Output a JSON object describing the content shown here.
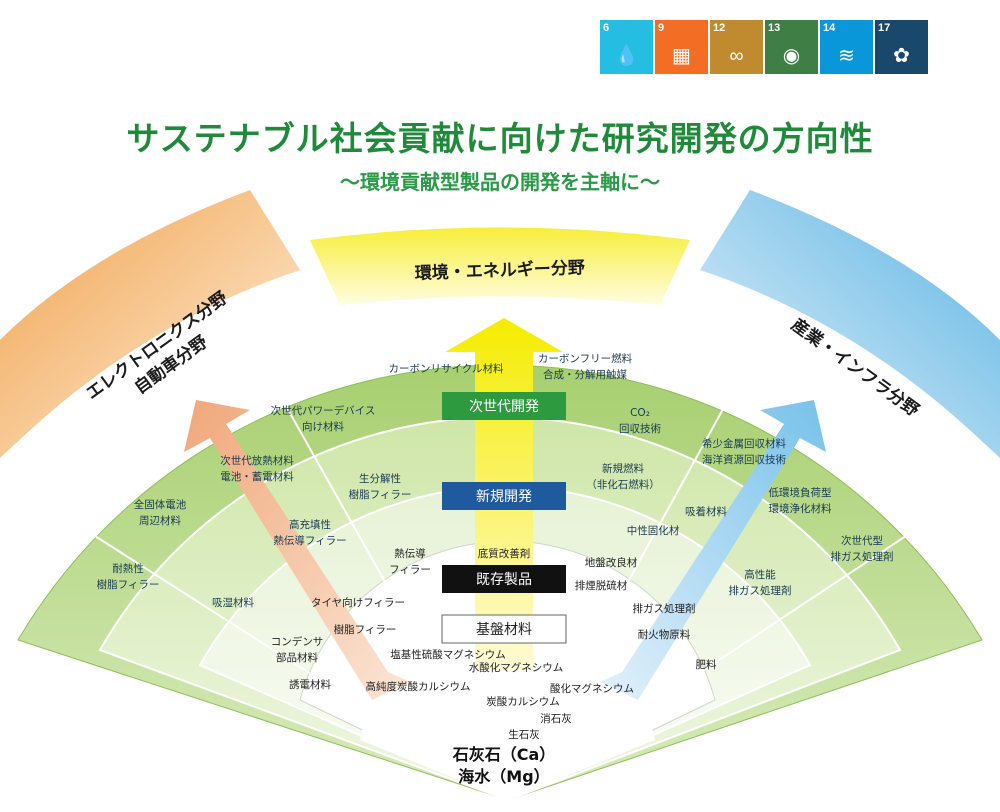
{
  "title": "サステナブル社会貢献に向けた研究開発の方向性",
  "subtitle": "〜環境貢献型製品の開発を主軸に〜",
  "sdg_icons": [
    {
      "num": "6",
      "icon": "water-drop-icon",
      "color": "#26bde2",
      "glyph": "💧"
    },
    {
      "num": "9",
      "icon": "cubes-icon",
      "color": "#f36d25",
      "glyph": "▦"
    },
    {
      "num": "12",
      "icon": "infinity-icon",
      "color": "#bf8b2e",
      "glyph": "∞"
    },
    {
      "num": "13",
      "icon": "eye-globe-icon",
      "color": "#3f7e44",
      "glyph": "◉"
    },
    {
      "num": "14",
      "icon": "fish-icon",
      "color": "#0a97d9",
      "glyph": "≋"
    },
    {
      "num": "17",
      "icon": "flower-icon",
      "color": "#19486a",
      "glyph": "✿"
    }
  ],
  "bands": {
    "left": [
      "エレクトロニクス分野",
      "自動車分野"
    ],
    "top": "環境・エネルギー分野",
    "right": "産業・インフラ分野"
  },
  "stages": {
    "next": "次世代開発",
    "new": "新規開発",
    "existing": "既存製品",
    "base": "基盤材料"
  },
  "items": {
    "outer": [
      "カーボンリサイクル材料",
      "カーボンフリー燃料",
      "合成・分解用触媒",
      "次世代パワーデバイス",
      "向け材料",
      "CO₂",
      "回収技術",
      "全固体電池",
      "周辺材料",
      "次世代型",
      "排ガス処理剤",
      "耐熱性",
      "樹脂フィラー"
    ],
    "middle": [
      "次世代放熱材料",
      "電池・蓄電材料",
      "生分解性",
      "樹脂フィラー",
      "新規燃料",
      "（非化石燃料）",
      "希少金属回収材料",
      "海洋資源回収技術",
      "吸着材料",
      "低環境負荷型",
      "環境浄化材料",
      "高充填性",
      "熱伝導フィラー",
      "中性固化材",
      "吸湿材料",
      "高性能",
      "排ガス処理剤"
    ],
    "inner": [
      "熱伝導",
      "フィラー",
      "底質改善剤",
      "地盤改良材",
      "排煙脱硫材",
      "タイヤ向けフィラー",
      "樹脂フィラー",
      "排ガス処理剤",
      "耐火物原料",
      "コンデンサ",
      "部品材料",
      "肥料",
      "誘電材料"
    ],
    "core": [
      "塩基性硫酸マグネシウム",
      "水酸化マグネシウム",
      "高純度炭酸カルシウム",
      "酸化マグネシウム",
      "炭酸カルシウム",
      "消石灰",
      "生石灰"
    ]
  },
  "base": [
    "石灰石（Ca）",
    "海水（Mg）"
  ]
}
